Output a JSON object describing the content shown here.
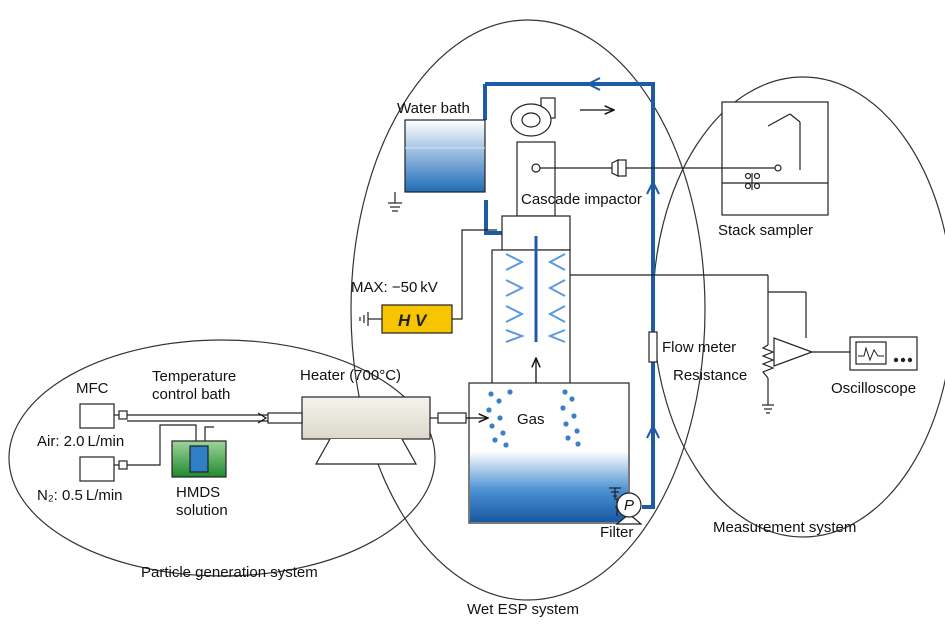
{
  "systems": {
    "particle_generation": "Particle generation system",
    "wet_esp": "Wet ESP system",
    "measurement": "Measurement system"
  },
  "components": {
    "water_bath": "Water bath",
    "cascade_impactor": "Cascade impactor",
    "stack_sampler": "Stack sampler",
    "max_voltage": "MAX: −50 kV",
    "hv": "H V",
    "flow_meter": "Flow meter",
    "resistance": "Resistance",
    "oscilloscope": "Oscilloscope",
    "heater": "Heater (700°C)",
    "temperature_bath_line1": "Temperature",
    "temperature_bath_line2": "control bath",
    "mfc": "MFC",
    "air_flow": "Air: 2.0 L/min",
    "n2_flow": "N₂: 0.5 L/min",
    "hmds_line1": "HMDS",
    "hmds_line2": "solution",
    "gas": "Gas",
    "filter": "Filter",
    "pump": "P"
  },
  "colors": {
    "pipe": "#1f5aa6",
    "hv_box": "#f7c400",
    "water": "#2f7fc6",
    "hmds_liquid": "#2e9a3e",
    "heater": "#eeebe0"
  }
}
